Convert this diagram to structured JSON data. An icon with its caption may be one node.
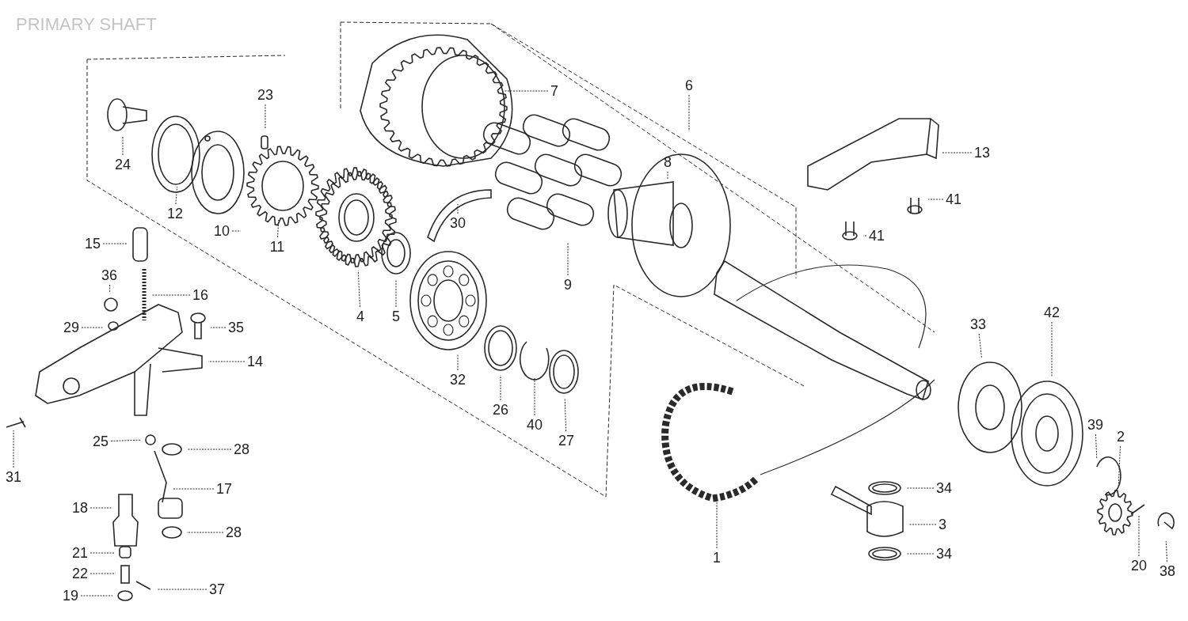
{
  "diagram": {
    "title": "PRIMARY SHAFT",
    "nodes": [
      {
        "text": [
          "23"
        ]
      },
      {
        "text": [
          "7"
        ]
      },
      {
        "text": [
          "6"
        ]
      },
      {
        "text": [
          "13"
        ]
      },
      {
        "text": [
          "24"
        ]
      },
      {
        "text": [
          "8"
        ]
      },
      {
        "text": [
          "41"
        ]
      },
      {
        "text": [
          "12"
        ]
      },
      {
        "text": [
          "10"
        ]
      },
      {
        "text": [
          "11"
        ]
      },
      {
        "text": [
          "30"
        ]
      },
      {
        "text": [
          "41"
        ]
      },
      {
        "text": [
          "15"
        ]
      },
      {
        "text": [
          "36"
        ]
      },
      {
        "text": [
          "9"
        ]
      },
      {
        "text": [
          "16"
        ]
      },
      {
        "text": [
          "4"
        ]
      },
      {
        "text": [
          "5"
        ]
      },
      {
        "text": [
          "33"
        ]
      },
      {
        "text": [
          "42"
        ]
      },
      {
        "text": [
          "29"
        ]
      },
      {
        "text": [
          "35"
        ]
      },
      {
        "text": [
          "14"
        ]
      },
      {
        "text": [
          "32"
        ]
      },
      {
        "text": [
          "26"
        ]
      },
      {
        "text": [
          "39"
        ]
      },
      {
        "text": [
          "40"
        ]
      },
      {
        "text": [
          "2"
        ]
      },
      {
        "text": [
          "27"
        ]
      },
      {
        "text": [
          "25"
        ]
      },
      {
        "text": [
          "28"
        ]
      },
      {
        "text": [
          "31"
        ]
      },
      {
        "text": [
          "34"
        ]
      },
      {
        "text": [
          "17"
        ]
      },
      {
        "text": [
          "18"
        ]
      },
      {
        "text": [
          "3"
        ]
      },
      {
        "text": [
          "28"
        ]
      },
      {
        "text": [
          "21"
        ]
      },
      {
        "text": [
          "34"
        ]
      },
      {
        "text": [
          "1"
        ]
      },
      {
        "text": [
          "20"
        ]
      },
      {
        "text": [
          "38"
        ]
      },
      {
        "text": [
          "22"
        ]
      },
      {
        "text": [
          "37"
        ]
      },
      {
        "text": [
          "19"
        ]
      }
    ],
    "edges": [
      {
        "from": 0,
        "to": null,
        "arrow": "none"
      },
      {
        "from": 1,
        "to": null,
        "arrow": "none"
      },
      {
        "from": 2,
        "to": null,
        "arrow": "none"
      },
      {
        "from": 3,
        "to": null,
        "arrow": "none"
      },
      {
        "from": 4,
        "to": null,
        "arrow": "none"
      },
      {
        "from": 5,
        "to": null,
        "arrow": "none"
      },
      {
        "from": 6,
        "to": null,
        "arrow": "none"
      },
      {
        "from": 7,
        "to": null,
        "arrow": "none"
      },
      {
        "from": 8,
        "to": null,
        "arrow": "none"
      },
      {
        "from": 9,
        "to": null,
        "arrow": "none"
      },
      {
        "from": 10,
        "to": null,
        "arrow": "none"
      },
      {
        "from": 11,
        "to": null,
        "arrow": "none"
      },
      {
        "from": 12,
        "to": null,
        "arrow": "none"
      },
      {
        "from": 13,
        "to": null,
        "arrow": "none"
      },
      {
        "from": 14,
        "to": null,
        "arrow": "none"
      },
      {
        "from": 15,
        "to": null,
        "arrow": "none"
      },
      {
        "from": 16,
        "to": null,
        "arrow": "none"
      },
      {
        "from": 17,
        "to": null,
        "arrow": "none"
      },
      {
        "from": 18,
        "to": null,
        "arrow": "none"
      },
      {
        "from": 19,
        "to": null,
        "arrow": "none"
      },
      {
        "from": 20,
        "to": null,
        "arrow": "none"
      },
      {
        "from": 21,
        "to": null,
        "arrow": "none"
      },
      {
        "from": 22,
        "to": null,
        "arrow": "none"
      },
      {
        "from": 23,
        "to": null,
        "arrow": "none"
      },
      {
        "from": 24,
        "to": null,
        "arrow": "none"
      },
      {
        "from": 25,
        "to": null,
        "arrow": "none"
      },
      {
        "from": 26,
        "to": null,
        "arrow": "none"
      },
      {
        "from": 27,
        "to": null,
        "arrow": "none"
      },
      {
        "from": 28,
        "to": null,
        "arrow": "none"
      },
      {
        "from": 29,
        "to": null,
        "arrow": "none"
      },
      {
        "from": 30,
        "to": null,
        "arrow": "none"
      },
      {
        "from": 31,
        "to": null,
        "arrow": "none"
      },
      {
        "from": 32,
        "to": null,
        "arrow": "none"
      },
      {
        "from": 33,
        "to": null,
        "arrow": "none"
      },
      {
        "from": 34,
        "to": null,
        "arrow": "none"
      },
      {
        "from": 35,
        "to": null,
        "arrow": "none"
      },
      {
        "from": 36,
        "to": null,
        "arrow": "none"
      },
      {
        "from": 37,
        "to": null,
        "arrow": "none"
      },
      {
        "from": 38,
        "to": null,
        "arrow": "none"
      },
      {
        "from": 39,
        "to": null,
        "arrow": "none"
      },
      {
        "from": 40,
        "to": null,
        "arrow": "none"
      },
      {
        "from": 41,
        "to": null,
        "arrow": "none"
      },
      {
        "from": 42,
        "to": null,
        "arrow": "none"
      },
      {
        "from": 43,
        "to": null,
        "arrow": "none"
      },
      {
        "from": 44,
        "to": null,
        "arrow": "none"
      }
    ]
  }
}
